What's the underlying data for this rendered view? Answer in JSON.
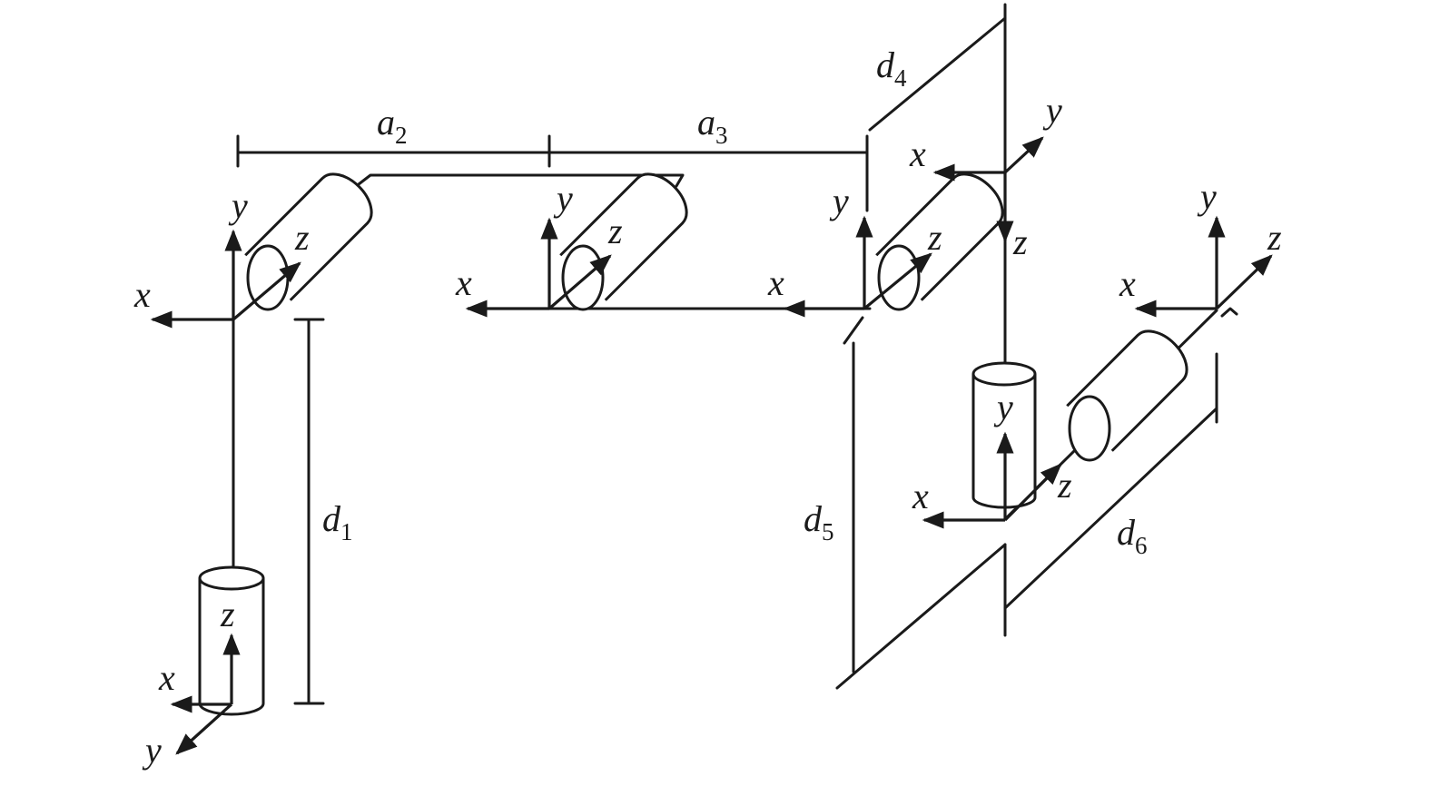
{
  "labels": {
    "x": "x",
    "y": "y",
    "z": "z"
  },
  "dimensions": [
    {
      "name": "a",
      "sub": "2"
    },
    {
      "name": "a",
      "sub": "3"
    },
    {
      "name": "d",
      "sub": "4"
    },
    {
      "name": "d",
      "sub": "1"
    },
    {
      "name": "d",
      "sub": "5"
    },
    {
      "name": "d",
      "sub": "6"
    }
  ],
  "colors": {
    "ink": "#1a1a1a",
    "background": "#ffffff"
  }
}
